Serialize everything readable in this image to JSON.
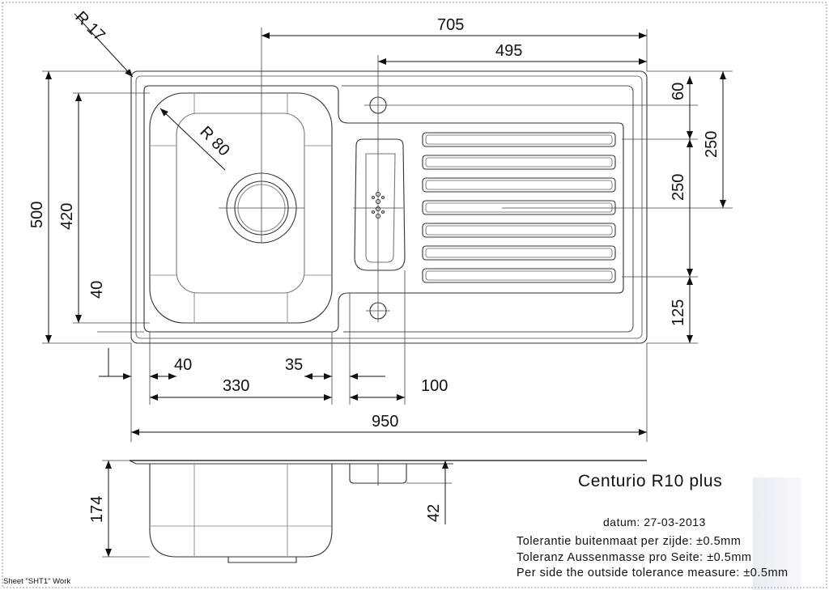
{
  "title": "Centurio R10 plus",
  "datum": "datum: 27-03-2013",
  "tolerances": [
    "Tolerantie buitenmaat per zijde: ±0.5mm",
    "Toleranz Aussenmasse pro Seite: ±0.5mm",
    "Per side the outside tolerance measure: ±0.5mm"
  ],
  "sheet": "Sheet \"SHT1\" Work",
  "dims": {
    "r17": "R 17",
    "r80": "R 80",
    "d705": "705",
    "d495": "495",
    "d60": "60",
    "d250a": "250",
    "d250b": "250",
    "d125": "125",
    "d500": "500",
    "d420": "420",
    "d40v": "40",
    "d40h": "40",
    "d35": "35",
    "d330": "330",
    "d100": "100",
    "d950": "950",
    "d174": "174",
    "d42": "42"
  }
}
